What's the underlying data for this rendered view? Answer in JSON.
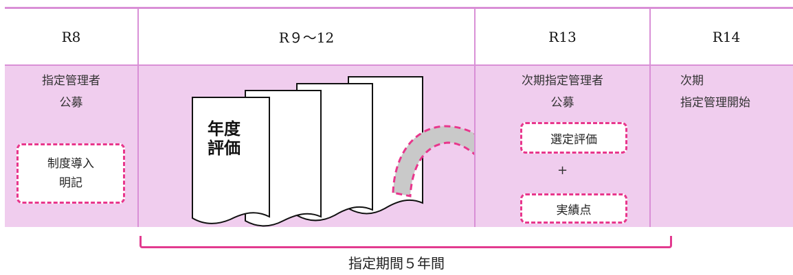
{
  "columns": [
    {
      "header": "R8"
    },
    {
      "header": "R９～12"
    },
    {
      "header": "R13"
    },
    {
      "header": "R14"
    }
  ],
  "col1": {
    "line1": "指定管理者",
    "line2": "公募",
    "box_line1": "制度導入",
    "box_line2": "明記"
  },
  "col2": {
    "doc_line1": "年度",
    "doc_line2": "評価"
  },
  "col3": {
    "line1": "次期指定管理者",
    "line2": "公募",
    "box1": "選定評価",
    "plus": "+",
    "box2": "実績点"
  },
  "col4": {
    "line1": "次期",
    "line2": "指定管理開始"
  },
  "period_label": "指定期間５年間",
  "colors": {
    "border": "#d98fd6",
    "fill": "#f0cdee",
    "dash": "#e8368c",
    "brace": "#e23a8f",
    "arrow_fill": "#c9c9c9"
  },
  "icons": [
    "document-stack-icon",
    "curved-arrow-icon"
  ]
}
